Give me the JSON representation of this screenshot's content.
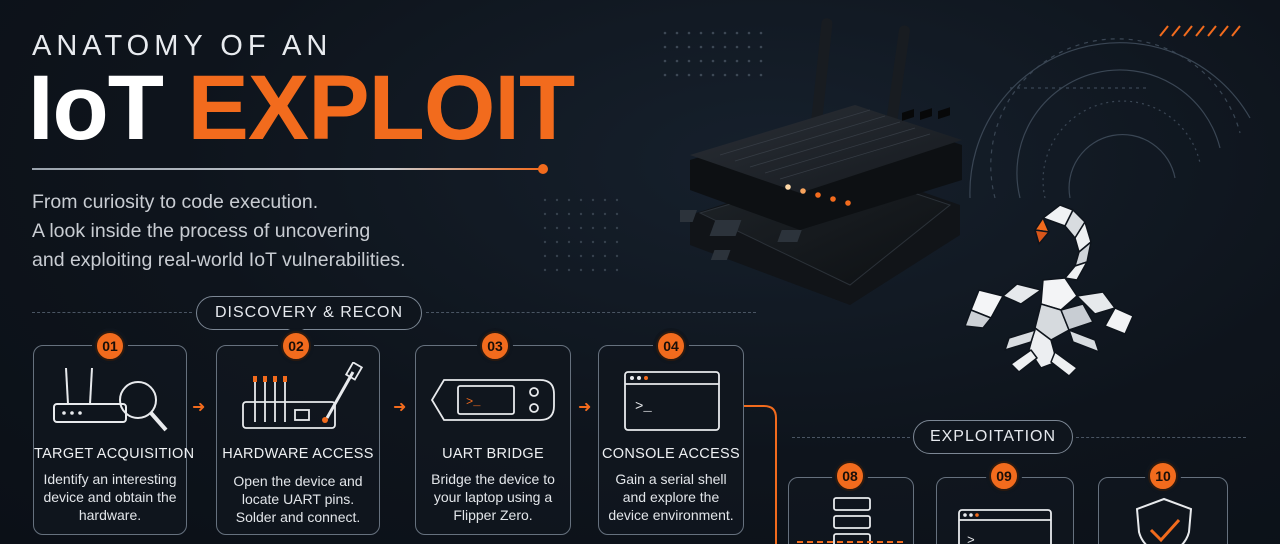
{
  "header": {
    "title_top": "ANATOMY OF AN",
    "title_white": "IoT",
    "title_orange": "EXPLOIT",
    "subtitle_lines": [
      "From curiosity to code execution.",
      "A look inside the process of uncovering",
      "and exploiting real-world IoT vulnerabilities."
    ]
  },
  "sections": {
    "discovery": "DISCOVERY & RECON",
    "exploitation": "EXPLOITATION"
  },
  "steps": [
    {
      "num": "01",
      "title": "TARGET ACQUISITION",
      "desc": "Identify an interesting device and obtain the hardware.",
      "icon": "router-magnifier-icon"
    },
    {
      "num": "02",
      "title": "HARDWARE ACCESS",
      "desc": "Open the device and locate UART pins. Solder and connect.",
      "icon": "soldering-board-icon"
    },
    {
      "num": "03",
      "title": "UART BRIDGE",
      "desc": "Bridge the device to your laptop using a Flipper Zero.",
      "icon": "flipper-device-icon"
    },
    {
      "num": "04",
      "title": "CONSOLE ACCESS",
      "desc": "Gain a serial shell and explore the device environment.",
      "icon": "terminal-window-icon"
    }
  ],
  "exploit_steps": [
    {
      "num": "08",
      "icon": "database-stack-icon"
    },
    {
      "num": "09",
      "icon": "terminal-window-icon"
    },
    {
      "num": "10",
      "icon": "shield-check-icon"
    }
  ],
  "icon_glyphs": {
    "prompt": ">_"
  },
  "colors": {
    "accent": "#f26b1d",
    "background": "#0e141c",
    "card_border": "#66717e"
  }
}
